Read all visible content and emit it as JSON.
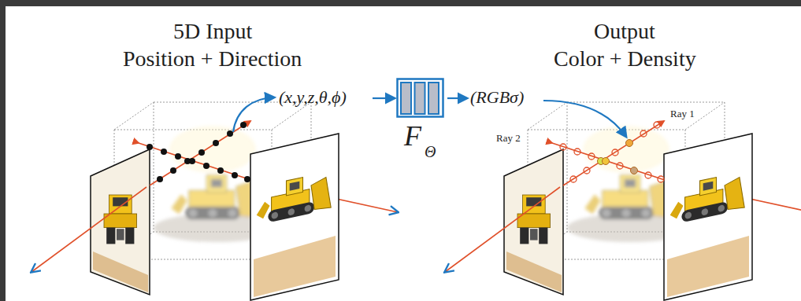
{
  "diagram": {
    "nodes": [
      {
        "text": [
          "F",
          "Θ"
        ]
      }
    ],
    "labels": [
      "5D Input",
      "Position + Direction",
      "Output",
      "Color + Density",
      "(x,y,z,θ,ϕ)",
      "(RGBσ)",
      "Ray 2",
      "Ray 1"
    ]
  }
}
